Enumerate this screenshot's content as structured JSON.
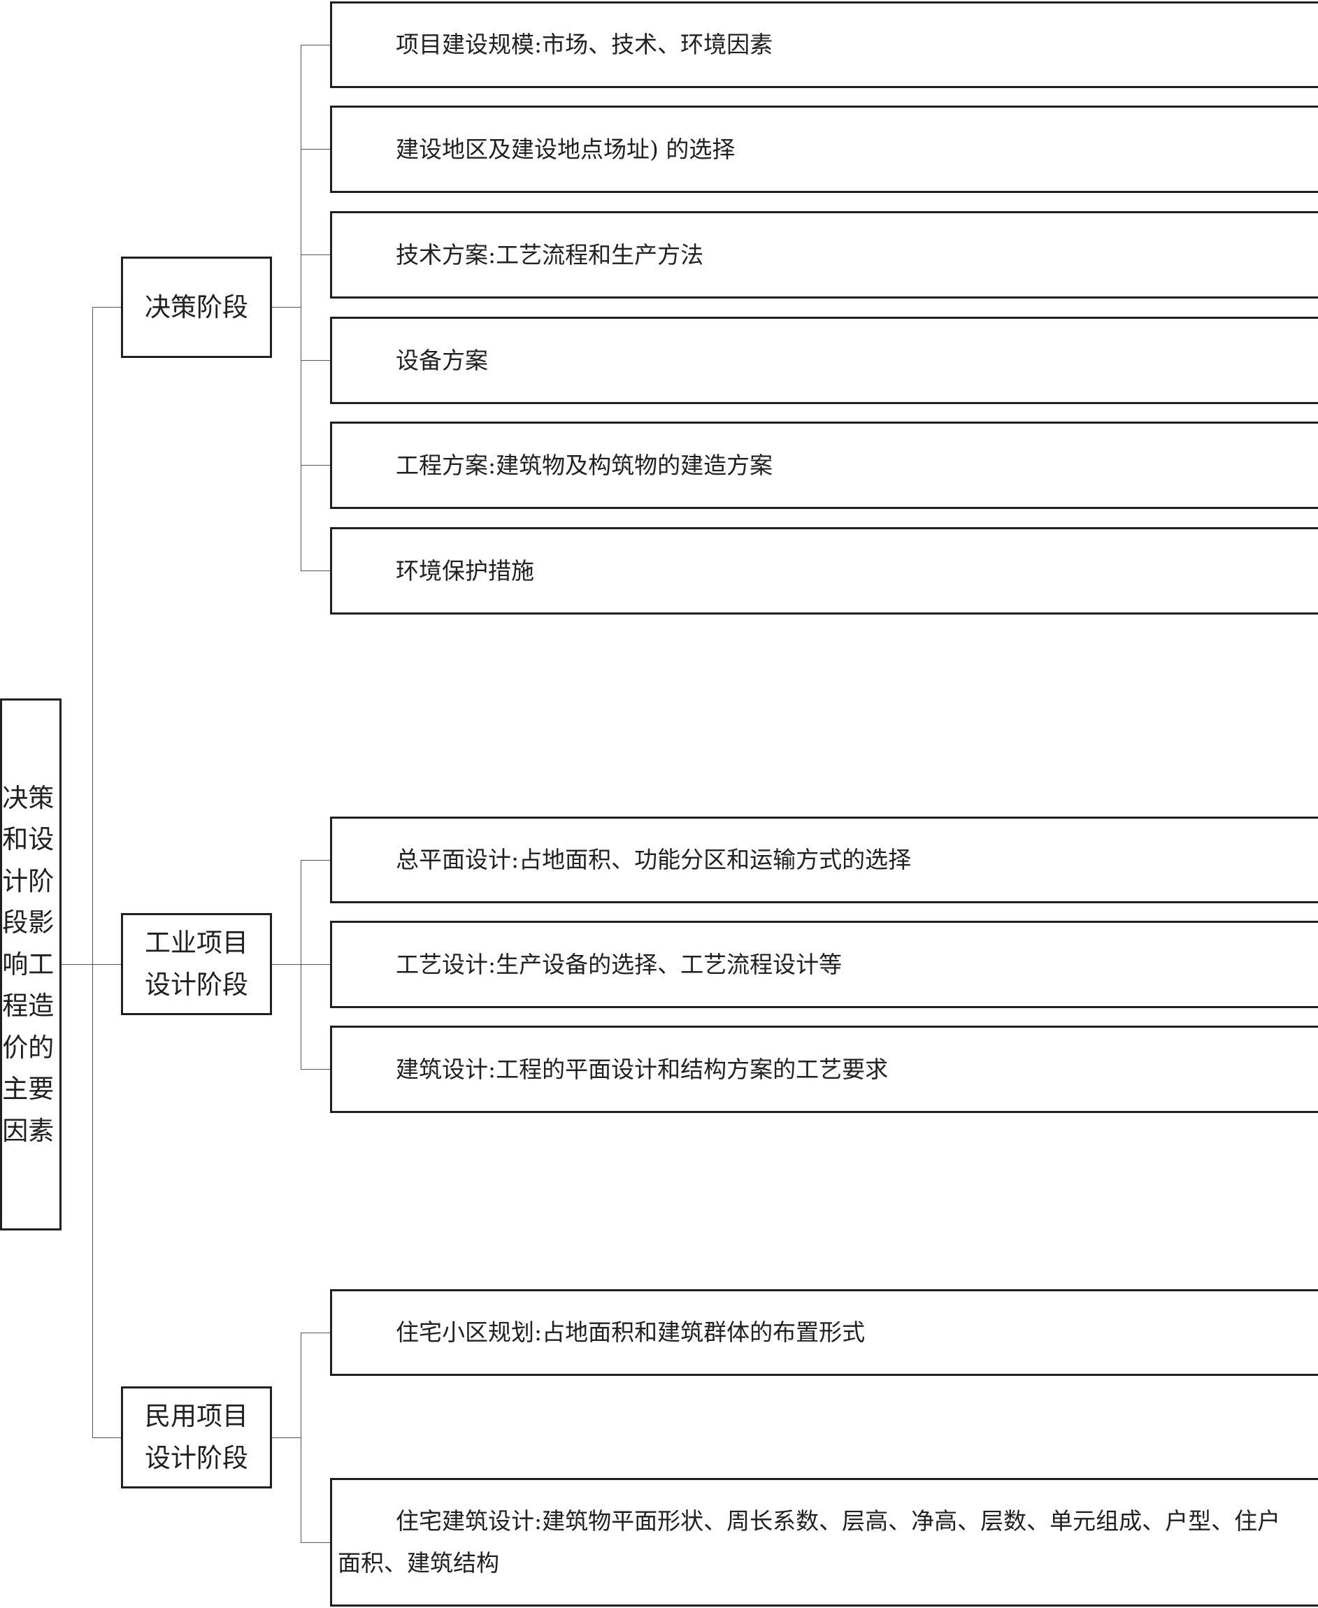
{
  "root": {
    "label": "决策和设计阶段影响工程造价的主要因素"
  },
  "stages": [
    {
      "label": "决策阶段",
      "items": [
        {
          "text": "项目建设规模:市场、技术、环境因素"
        },
        {
          "text": "建设地区及建设地点场址) 的选择"
        },
        {
          "text": "技术方案:工艺流程和生产方法"
        },
        {
          "text": "设备方案"
        },
        {
          "text": "工程方案:建筑物及构筑物的建造方案"
        },
        {
          "text": "环境保护措施"
        }
      ]
    },
    {
      "label": "工业项目设计阶段",
      "items": [
        {
          "text": "总平面设计:占地面积、功能分区和运输方式的选择"
        },
        {
          "text": "工艺设计:生产设备的选择、工艺流程设计等"
        },
        {
          "text": "建筑设计:工程的平面设计和结构方案的工艺要求"
        }
      ]
    },
    {
      "label": "民用项目设计阶段",
      "items": [
        {
          "text": "住宅小区规划:占地面积和建筑群体的布置形式"
        },
        {
          "lines": [
            "住宅建筑设计:建筑物平面形状、周长系数、层高、净高、层数、单元组成、户型、住户",
            "面积、建筑结构"
          ]
        }
      ]
    }
  ]
}
